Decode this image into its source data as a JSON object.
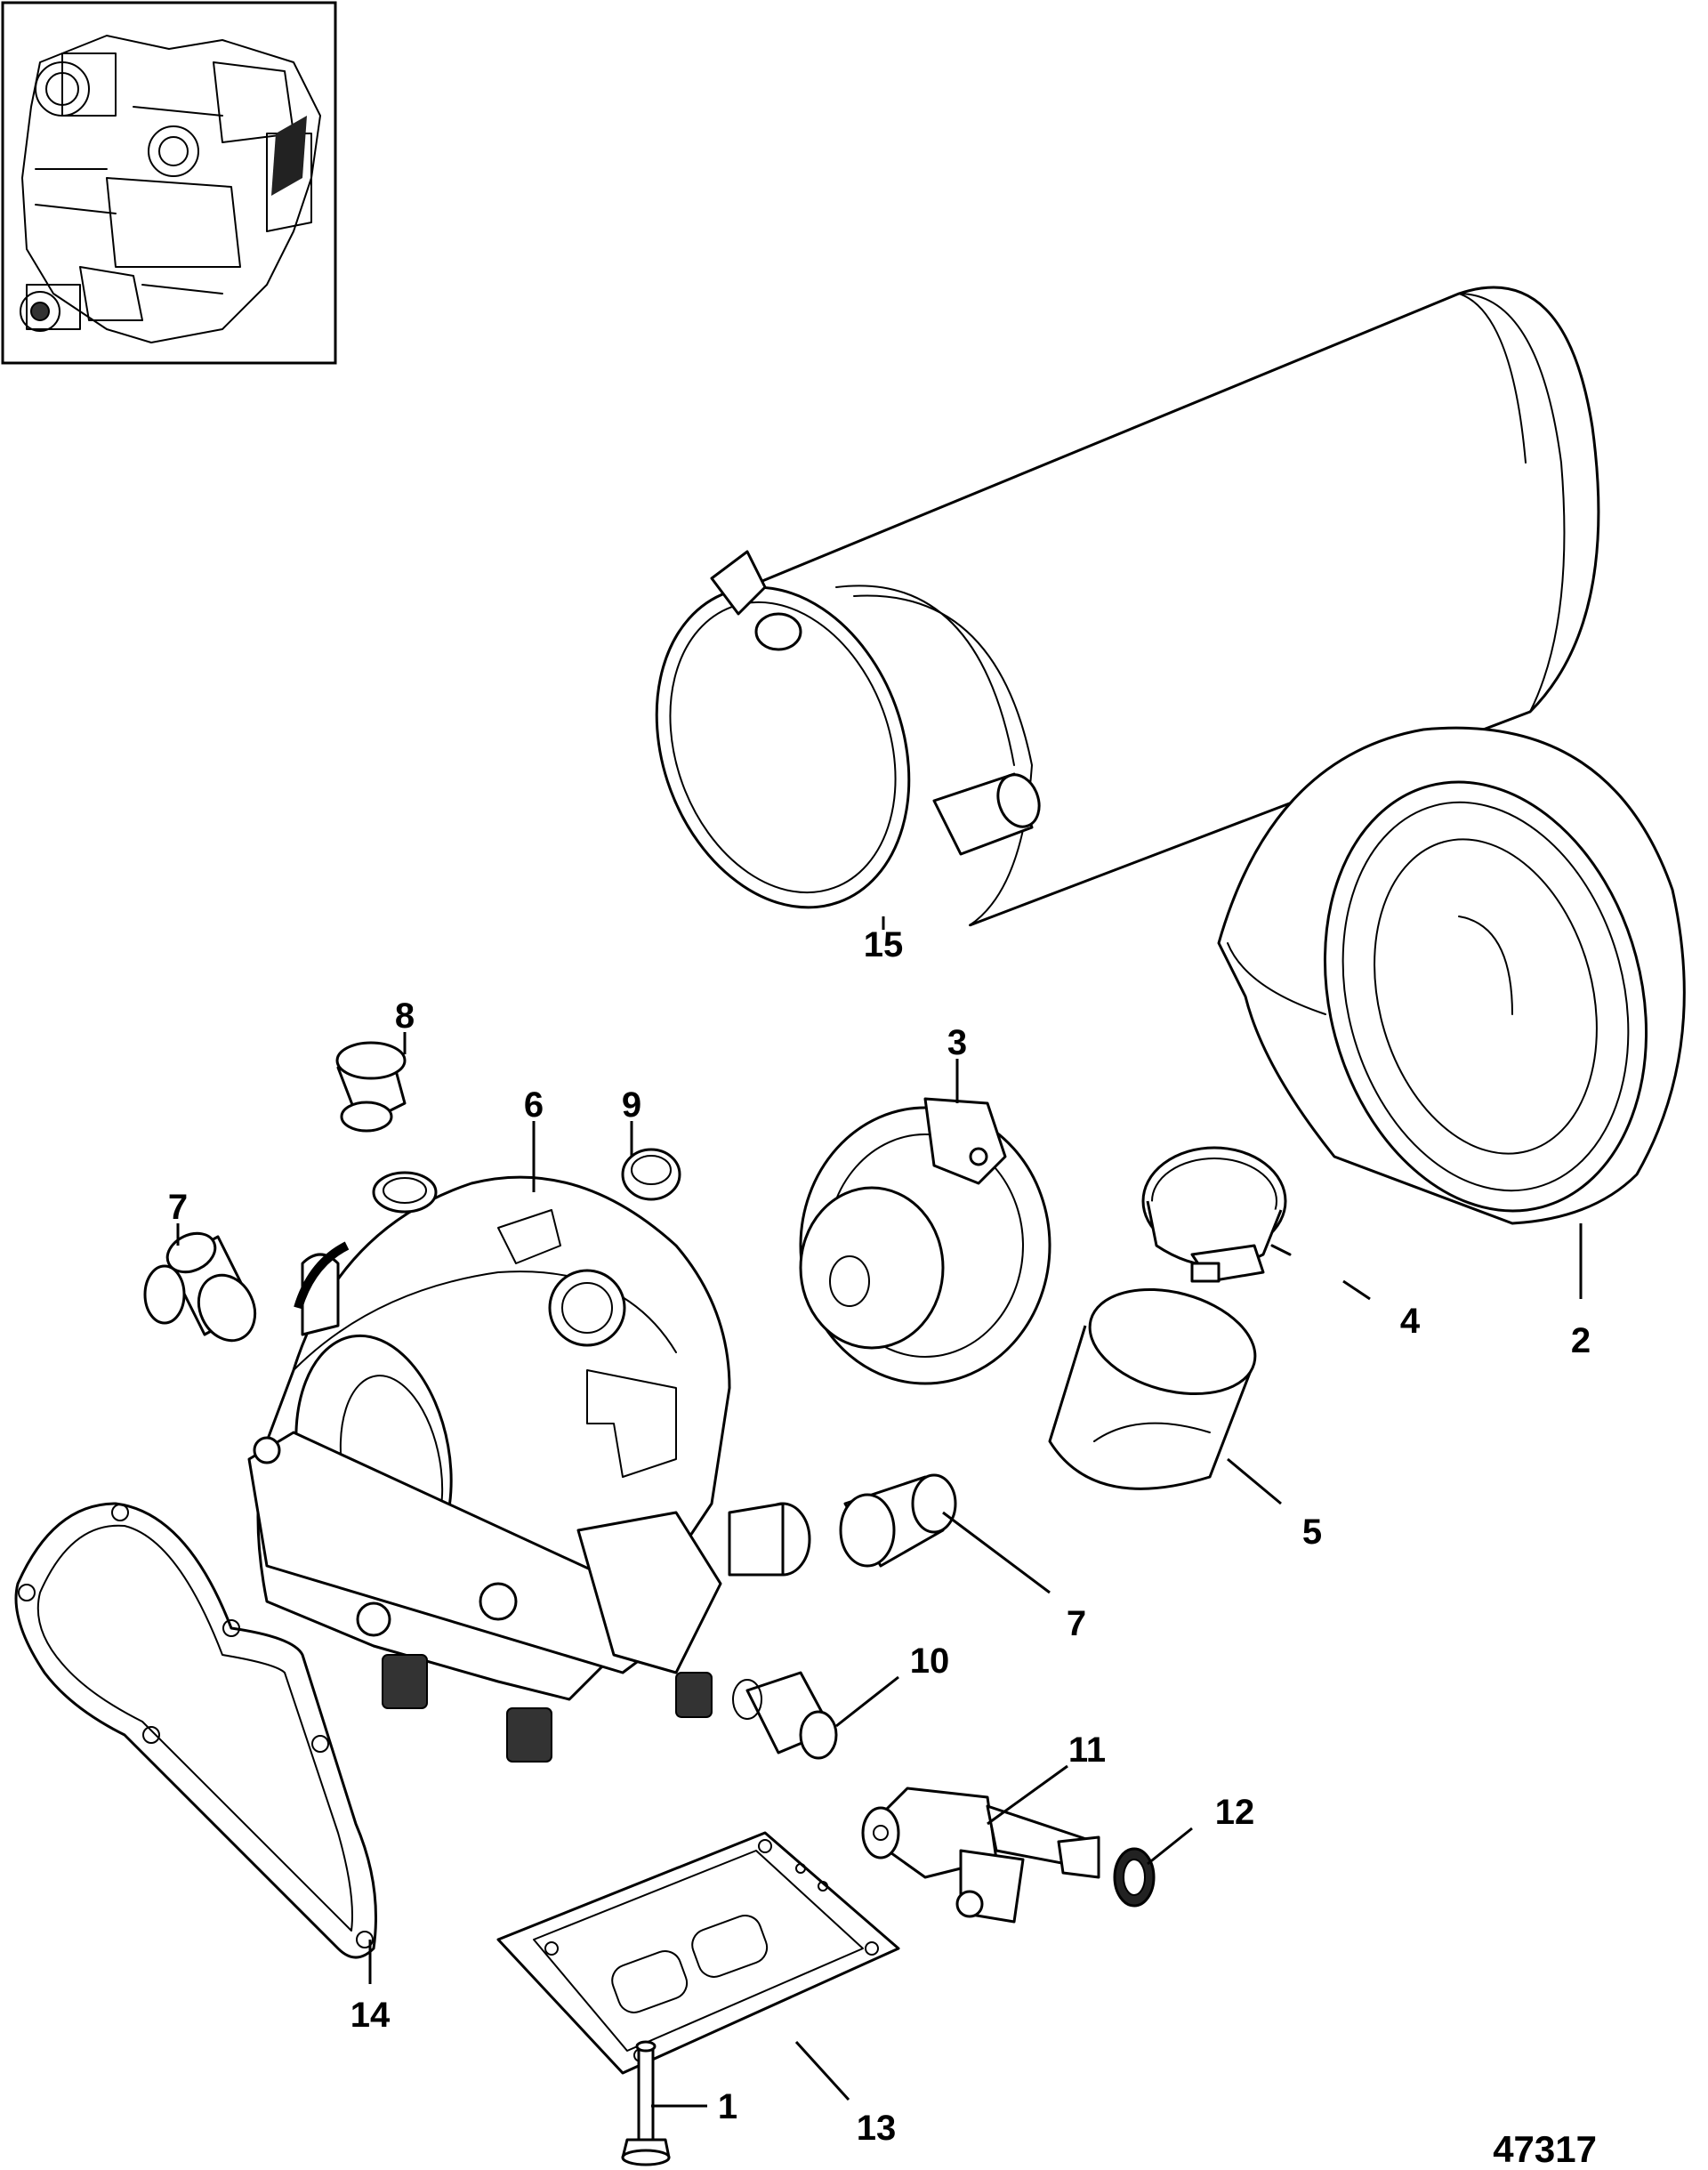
{
  "figure_number": "47317",
  "inset": {
    "alt": "engine location thumbnail"
  },
  "callouts": [
    {
      "id": "15",
      "label": "15"
    },
    {
      "id": "8",
      "label": "8"
    },
    {
      "id": "6",
      "label": "6"
    },
    {
      "id": "9",
      "label": "9"
    },
    {
      "id": "3",
      "label": "3"
    },
    {
      "id": "7a",
      "label": "7"
    },
    {
      "id": "4",
      "label": "4"
    },
    {
      "id": "2",
      "label": "2"
    },
    {
      "id": "5",
      "label": "5"
    },
    {
      "id": "7b",
      "label": "7"
    },
    {
      "id": "10",
      "label": "10"
    },
    {
      "id": "11",
      "label": "11"
    },
    {
      "id": "12",
      "label": "12"
    },
    {
      "id": "14",
      "label": "14"
    },
    {
      "id": "13",
      "label": "13"
    },
    {
      "id": "1",
      "label": "1"
    }
  ],
  "parts": [
    {
      "name": "bolt",
      "icon": "bolt-icon"
    },
    {
      "name": "compressor-housing",
      "icon": "compressor-housing-icon"
    },
    {
      "name": "adapter",
      "icon": "adapter-icon"
    },
    {
      "name": "clamp",
      "icon": "clamp-icon"
    },
    {
      "name": "sleeve",
      "icon": "sleeve-icon"
    },
    {
      "name": "turbine-housing",
      "icon": "turbine-housing-icon"
    },
    {
      "name": "fitting",
      "icon": "fitting-icon"
    },
    {
      "name": "plug",
      "icon": "plug-icon"
    },
    {
      "name": "seal-ring",
      "icon": "seal-ring-icon"
    },
    {
      "name": "bushing",
      "icon": "bushing-icon"
    },
    {
      "name": "wastegate-lever",
      "icon": "wastegate-lever-icon"
    },
    {
      "name": "seal",
      "icon": "seal-icon"
    },
    {
      "name": "gasket-square",
      "icon": "gasket-square-icon"
    },
    {
      "name": "gasket-manifold",
      "icon": "gasket-manifold-icon"
    },
    {
      "name": "silencer-filter",
      "icon": "silencer-filter-icon"
    }
  ]
}
